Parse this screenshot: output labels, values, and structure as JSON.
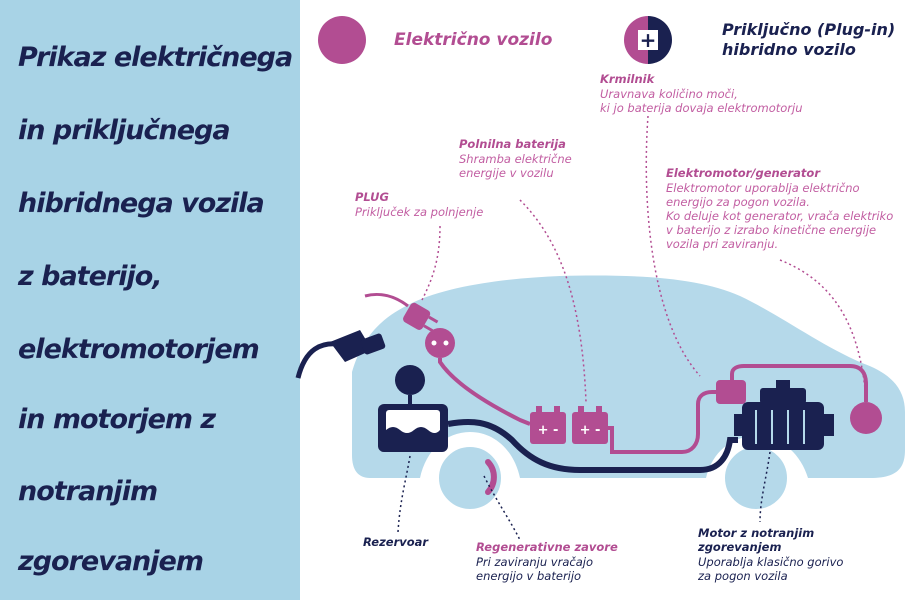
{
  "sidebar": {
    "lines": [
      "Prikaz električnega",
      "in priključnega",
      "hibridnega vozila",
      "z baterijo,",
      "elektromotorjem",
      "in motorjem z",
      "notranjim",
      "zgorevanjem"
    ]
  },
  "legend": {
    "electric_label": "Električno vozilo",
    "plugin_label_line1": "Priključno (Plug-in)",
    "plugin_label_line2": "hibridno vozilo",
    "plus_symbol": "+"
  },
  "annotations": {
    "krmilnik": {
      "title": "Krmilnik",
      "line1": "Uravnava količino moči,",
      "line2": "ki jo baterija dovaja elektromotorju"
    },
    "baterija": {
      "title": "Polnilna baterija",
      "line1": "Shramba električne",
      "line2": "energije v vozilu"
    },
    "plug": {
      "title": "PLUG",
      "line1": "Priključek za polnjenje"
    },
    "elektromotor": {
      "title": "Elektromotor/generator",
      "line1": "Elektromotor uporablja električno",
      "line2": "energijo za pogon vozila.",
      "line3": "Ko deluje kot generator, vrača elektriko",
      "line4": "v baterijo z izrabo kinetične energije",
      "line5": "vozila pri zaviranju."
    },
    "rezervoar": {
      "title": "Rezervoar"
    },
    "zavore": {
      "title": "Regenerativne zavore",
      "line1": "Pri zaviranju vračajo",
      "line2": "energijo v baterijo"
    },
    "motor": {
      "title_line1": "Motor z notranjim",
      "title_line2": "zgorevanjem",
      "line1": "Uporablja klasično gorivo",
      "line2": "za pogon vozila"
    }
  },
  "battery_symbols": "+ -",
  "colors": {
    "sidebar": "#a8d3e6",
    "navy": "#1a2150",
    "magenta": "#b24d92",
    "car": "#b5d9ea"
  }
}
